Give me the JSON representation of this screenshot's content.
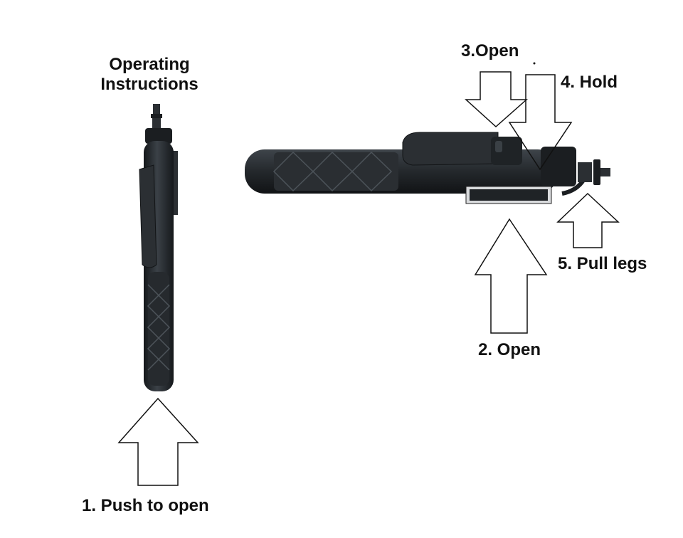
{
  "title": {
    "line1": "Operating",
    "line2": "Instructions"
  },
  "steps": {
    "step1": "1. Push to open",
    "step2": "2. Open",
    "step3": "3.Open",
    "step4": "4. Hold",
    "step5": "5. Pull legs"
  },
  "colors": {
    "device_body": "#2b2f33",
    "device_dark": "#1b1e21",
    "grip_pattern": "#4c5359",
    "arrow_stroke": "#111111",
    "arrow_fill": "#ffffff"
  },
  "icons": [
    "tripod-vertical-icon",
    "tripod-horizontal-icon",
    "up-arrow-icon",
    "down-arrow-icon"
  ]
}
